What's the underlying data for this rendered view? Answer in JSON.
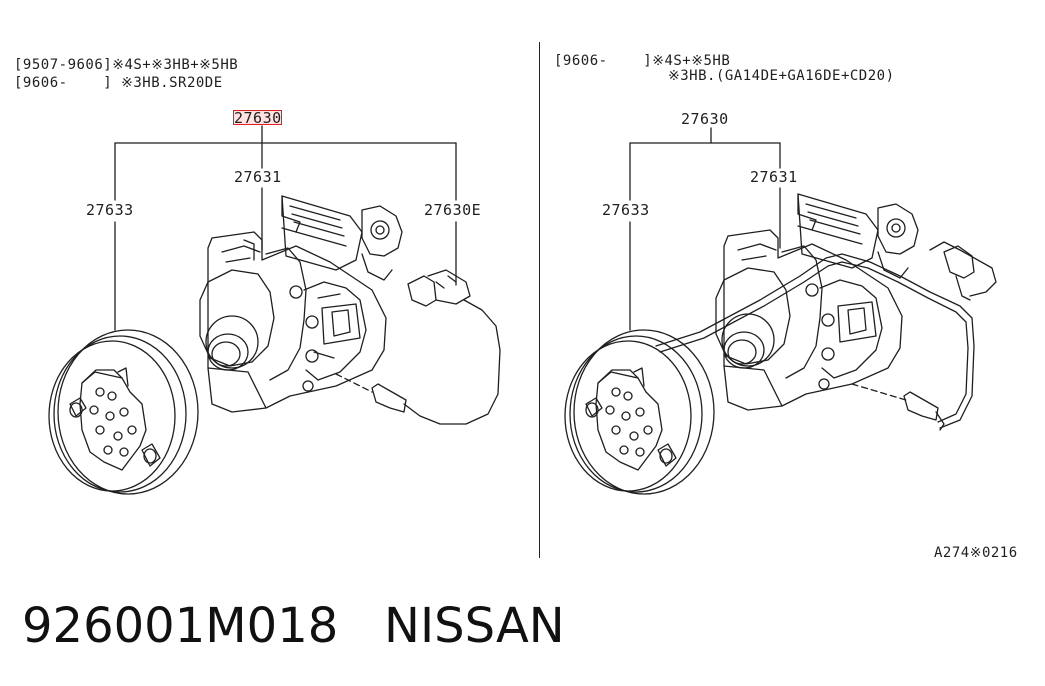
{
  "left_panel": {
    "note_line1": "[9507-9606]※4S+※3HB+※5HB",
    "note_line2": "[9606-    ] ※3HB.SR20DE",
    "part_assembly": "27630",
    "part_compressor": "27631",
    "part_clutch": "27633",
    "part_switch": "27630E"
  },
  "right_panel": {
    "note_line1": "[9606-    ]※4S+※5HB",
    "note_line2": "※3HB.(GA14DE+GA16DE+CD20)",
    "part_assembly": "27630",
    "part_compressor": "27631",
    "part_clutch": "27633"
  },
  "diagram_code": "A274※0216",
  "footer": {
    "part_number": "926001M018",
    "brand": "NISSAN"
  },
  "highlight_color": "#e02020"
}
